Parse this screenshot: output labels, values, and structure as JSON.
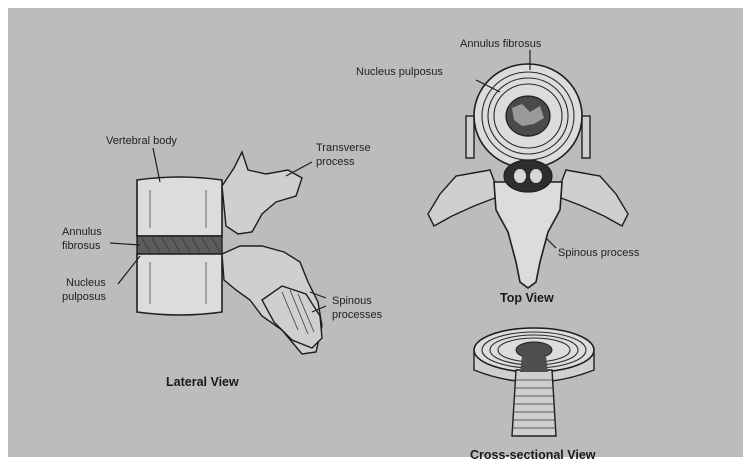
{
  "labels": {
    "vertebral_body": "Vertebral body",
    "transverse_process": [
      "Transverse",
      "process"
    ],
    "annulus_fibrosus_lateral": [
      "Annulus",
      "fibrosus"
    ],
    "nucleus_pulposus_lateral": [
      "Nucleus",
      "pulposus"
    ],
    "spinous_processes": [
      "Spinous",
      "processes"
    ],
    "annulus_fibrosus_top": "Annulus fibrosus",
    "nucleus_pulposus_top": "Nucleus pulposus",
    "spinous_process_top": "Spinous process"
  },
  "view_titles": {
    "lateral": "Lateral View",
    "top": "Top View",
    "cross_section": "Cross-sectional View"
  }
}
